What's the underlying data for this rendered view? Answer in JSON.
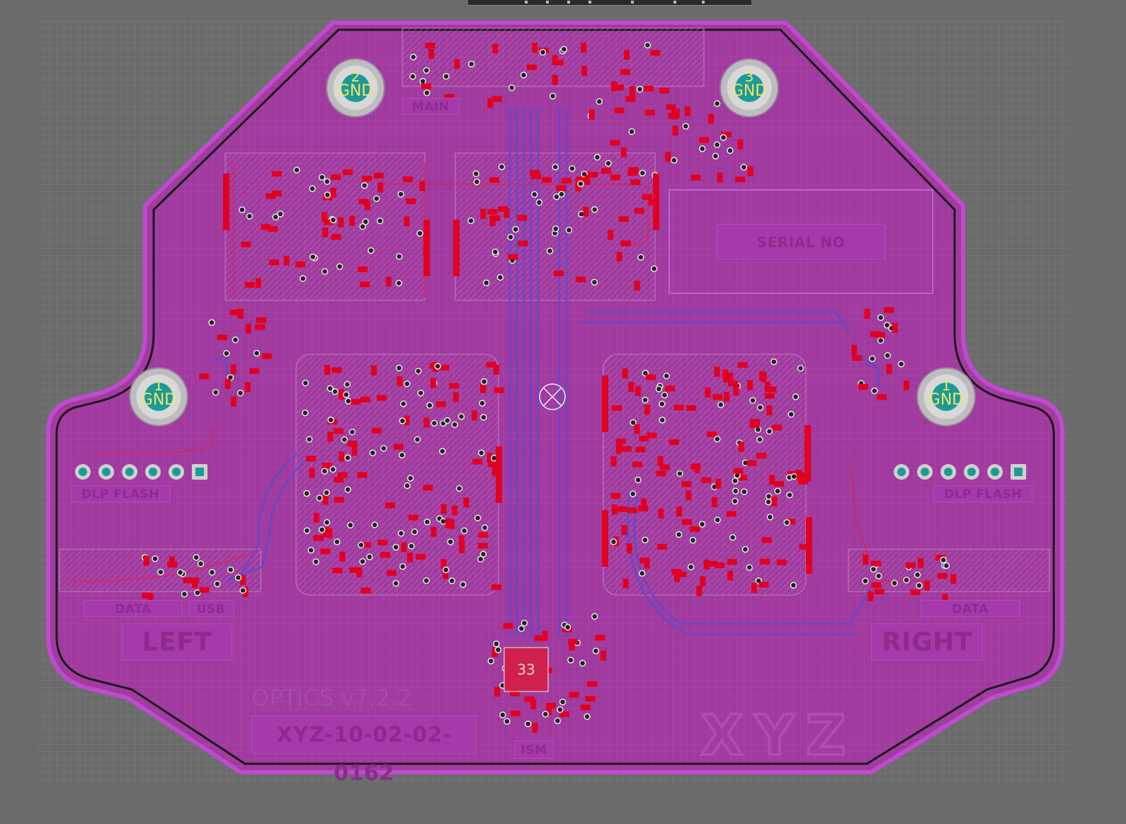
{
  "board": {
    "colors": {
      "background": "#6b6b6b",
      "board_fill": "#a03a9e",
      "outline": "#1a1a1a",
      "copper_top": "#e00020",
      "copper_bottom": "#5a4ad0",
      "silkscreen": "#b04ab6",
      "pad_teal": "#1e9a96",
      "gnd_text": "#f1e36a"
    },
    "connectors": {
      "main": "MAIN",
      "serial": "SERIAL NO",
      "dlp_left": "DLP FLASH",
      "dlp_right": "DLP FLASH",
      "data_left": "DATA",
      "data_right": "DATA",
      "left_extra": "USB",
      "ism": "ISM"
    },
    "side_labels": {
      "left": "LEFT",
      "right": "RIGHT"
    },
    "gnd_holes": [
      {
        "num": "2",
        "label": "GND"
      },
      {
        "num": "3",
        "label": "GND"
      },
      {
        "num": "1",
        "label": "GND"
      },
      {
        "num": "1",
        "label": "GND"
      }
    ],
    "titles": {
      "product": "OPTICS v7.2.2",
      "part_number": "XYZ-10-02-02-0162",
      "logo": "XYZ",
      "chip_mark": "33"
    }
  }
}
